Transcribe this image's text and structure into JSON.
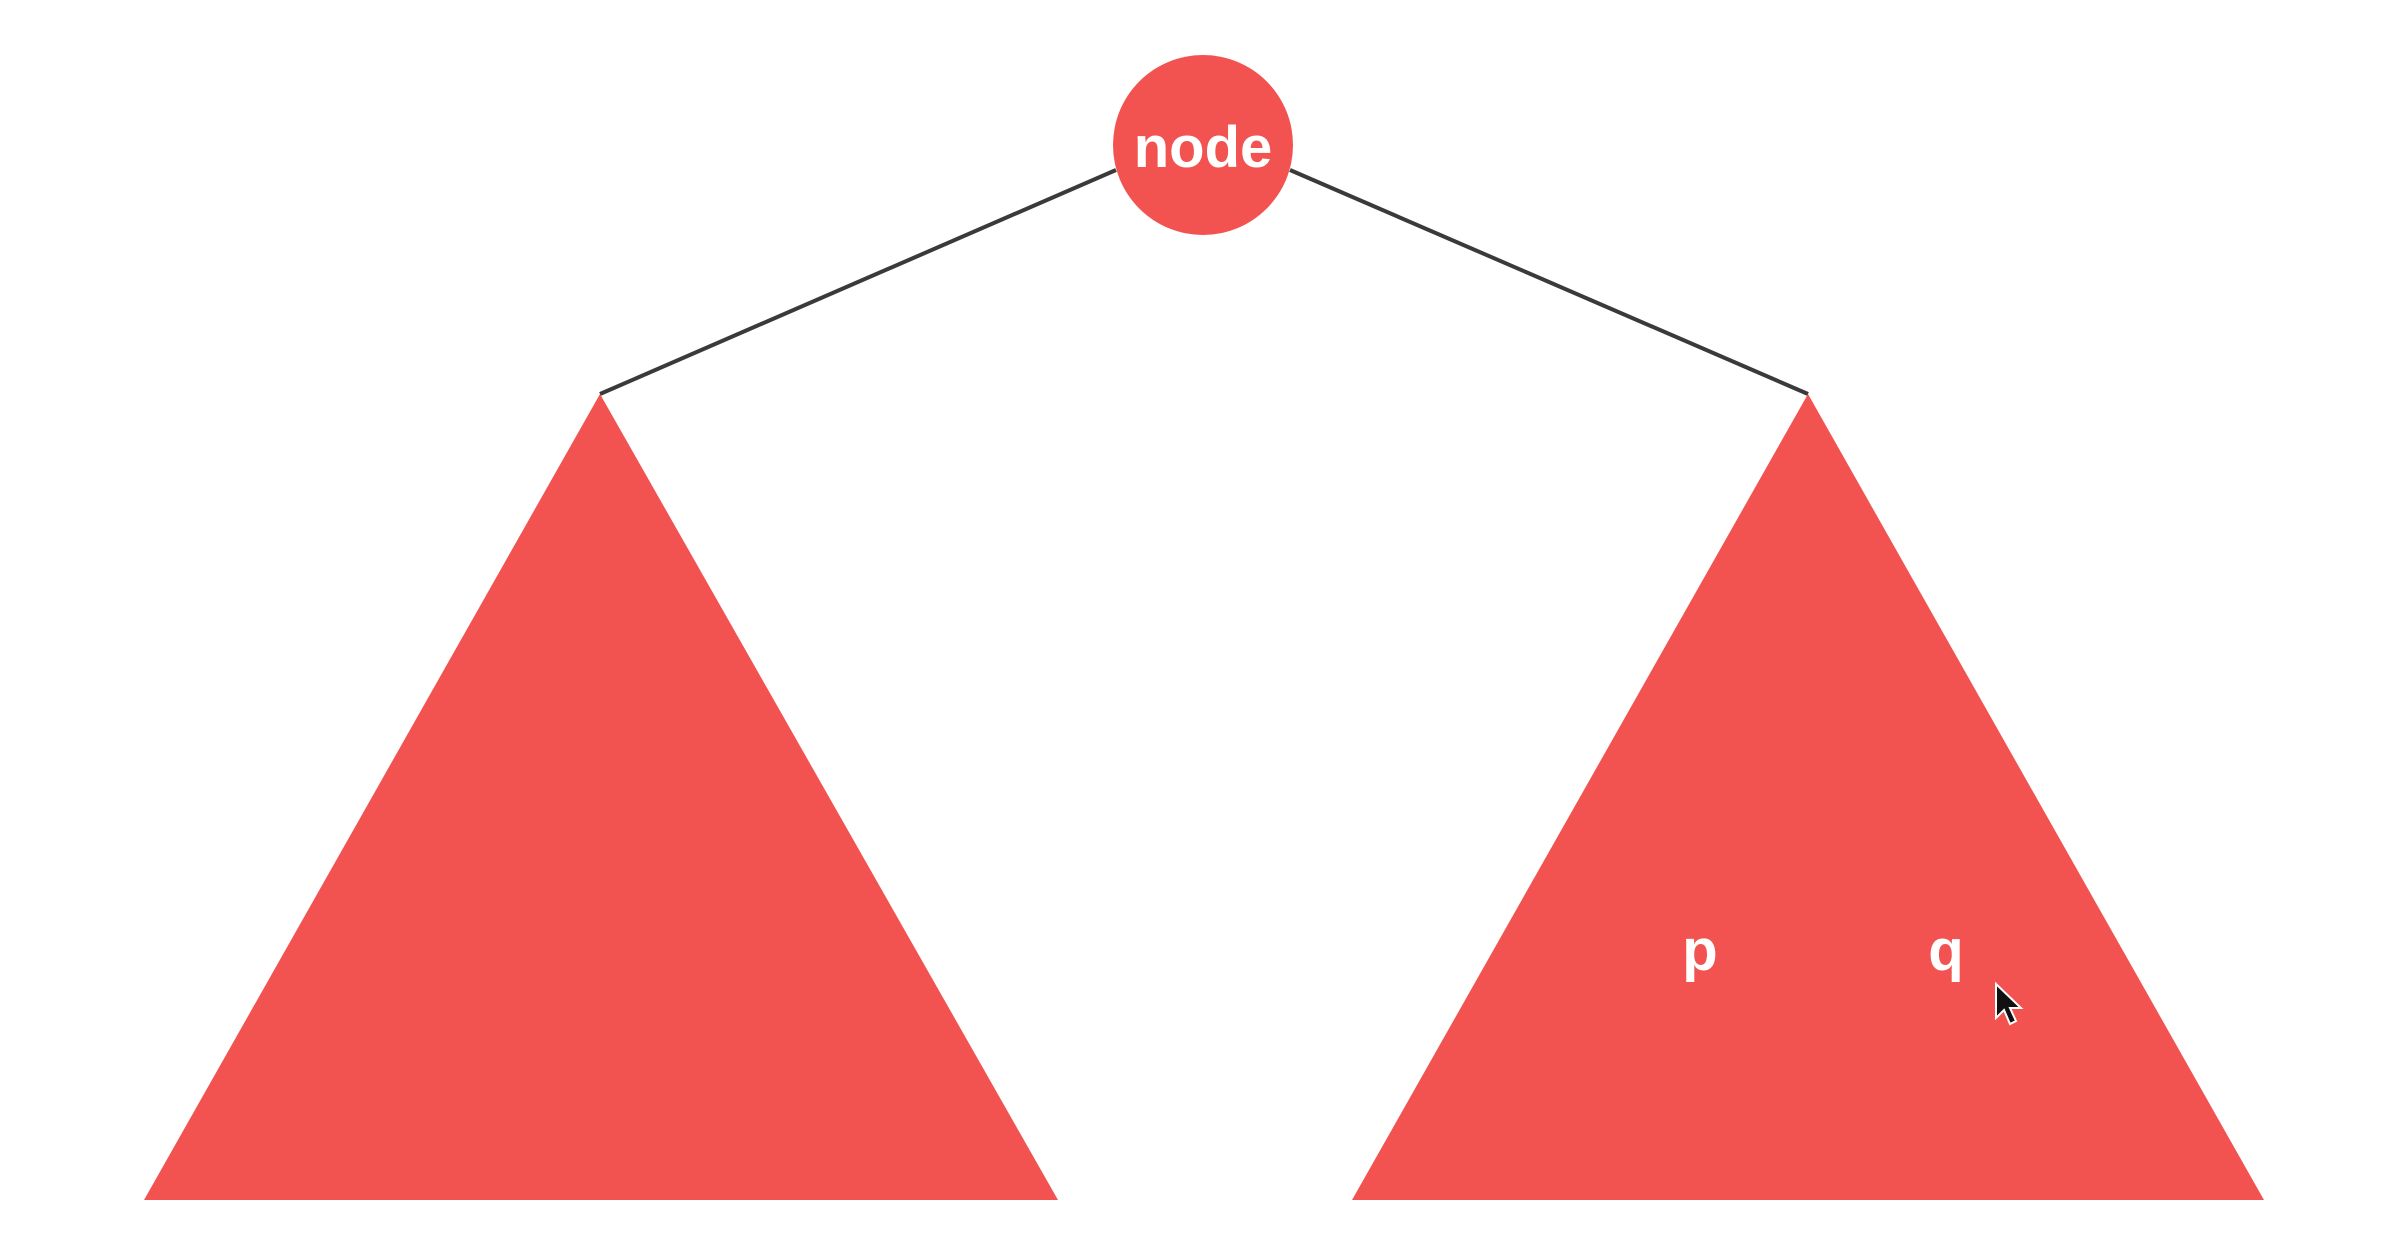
{
  "diagram": {
    "root_label": "node",
    "left_subtree_label": "",
    "right_subtree_labels": [
      "p",
      "q"
    ],
    "colors": {
      "node_fill": "#f25350",
      "subtree_fill": "#f25350",
      "edge": "#3a3a3a",
      "label": "#ffffff",
      "background": "#ffffff"
    },
    "cursor_icon": "mouse-pointer-icon"
  }
}
